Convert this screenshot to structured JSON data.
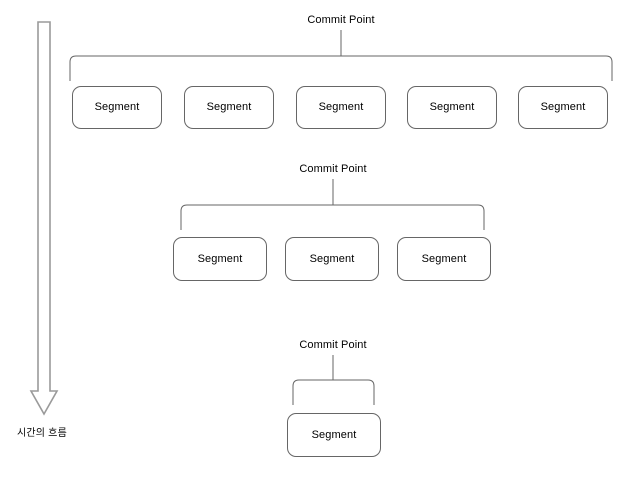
{
  "diagram": {
    "title": "Commit Point Segment Timeline",
    "background_color": "#ffffff",
    "stroke_color": "#666666",
    "text_color": "#000000",
    "arrow_color": "#808080",
    "time_axis": {
      "label": "시간의 흐름",
      "direction": "downward",
      "icon": "down-block-arrow-icon"
    },
    "groups": [
      {
        "commit_label": "Commit Point",
        "segment_count": 5,
        "segments": [
          {
            "label": "Segment"
          },
          {
            "label": "Segment"
          },
          {
            "label": "Segment"
          },
          {
            "label": "Segment"
          },
          {
            "label": "Segment"
          }
        ]
      },
      {
        "commit_label": "Commit Point",
        "segment_count": 3,
        "segments": [
          {
            "label": "Segment"
          },
          {
            "label": "Segment"
          },
          {
            "label": "Segment"
          }
        ]
      },
      {
        "commit_label": "Commit Point",
        "segment_count": 1,
        "segments": [
          {
            "label": "Segment"
          }
        ]
      }
    ]
  }
}
